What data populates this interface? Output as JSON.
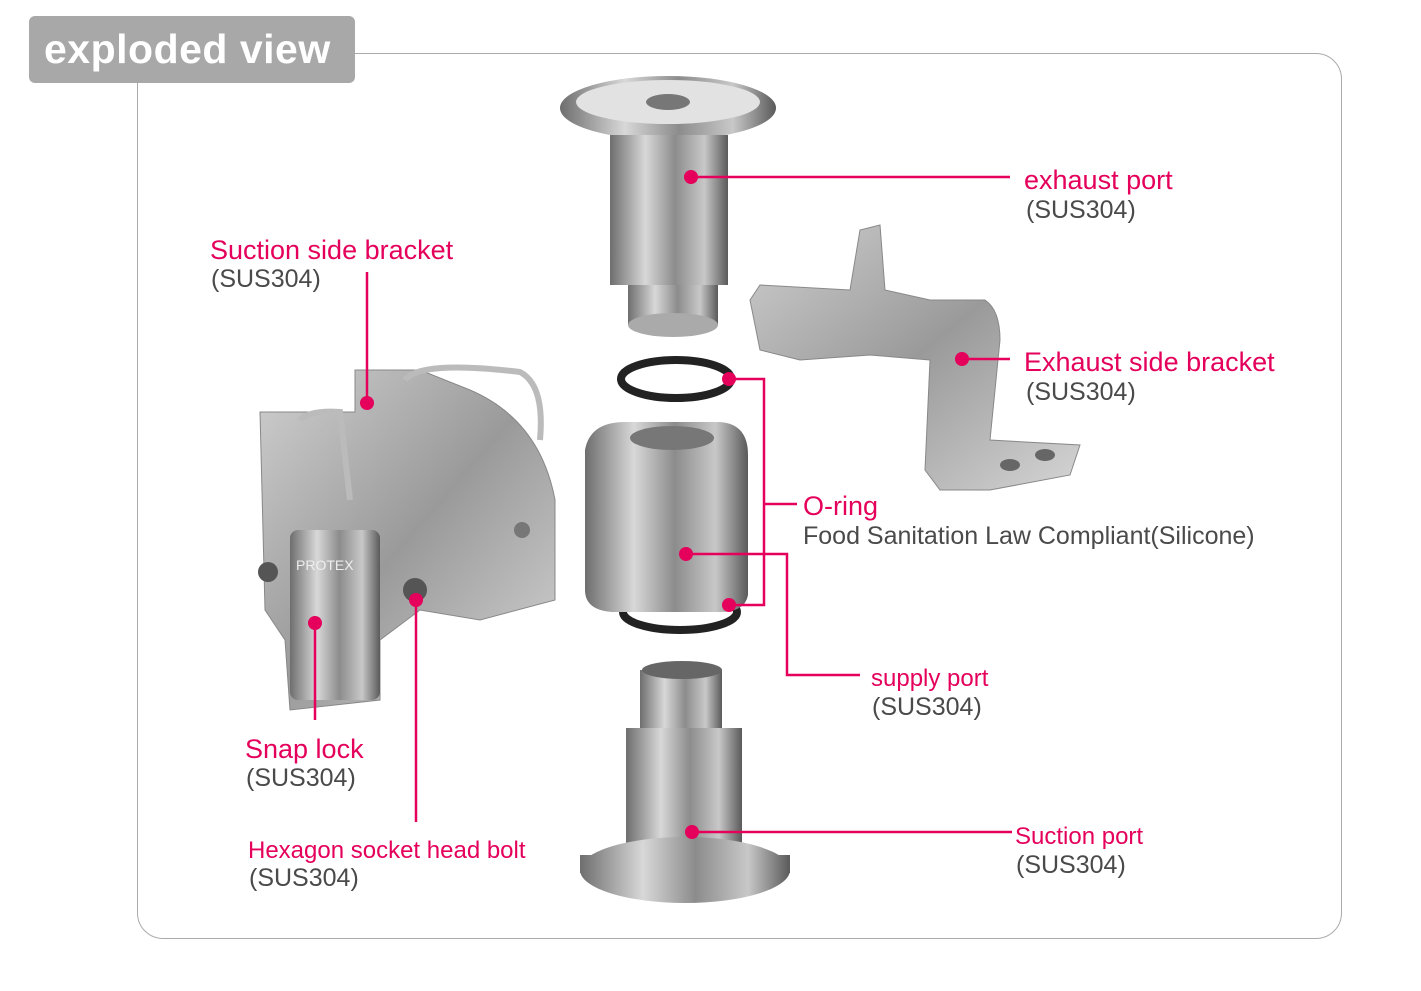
{
  "title": "exploded view",
  "colors": {
    "accent": "#e4005b",
    "frame": "#aaaaaa",
    "title_bg": "#a8a8a8"
  },
  "parts": {
    "exhaust_port": {
      "label": "exhaust port",
      "material": "(SUS304)"
    },
    "suction_side_bracket": {
      "label": "Suction side bracket",
      "material": "(SUS304)"
    },
    "exhaust_side_bracket": {
      "label": "Exhaust side bracket",
      "material": "(SUS304)"
    },
    "o_ring": {
      "label": "O-ring",
      "material": "Food Sanitation Law Compliant(Silicone)"
    },
    "supply_port": {
      "label": "supply port",
      "material": "(SUS304)"
    },
    "snap_lock": {
      "label": "Snap lock",
      "material": "(SUS304)"
    },
    "hex_bolt": {
      "label": "Hexagon socket head bolt",
      "material": "(SUS304)"
    },
    "suction_port": {
      "label": "Suction port",
      "material": "(SUS304)"
    }
  },
  "brand_mark": "PROTEX"
}
